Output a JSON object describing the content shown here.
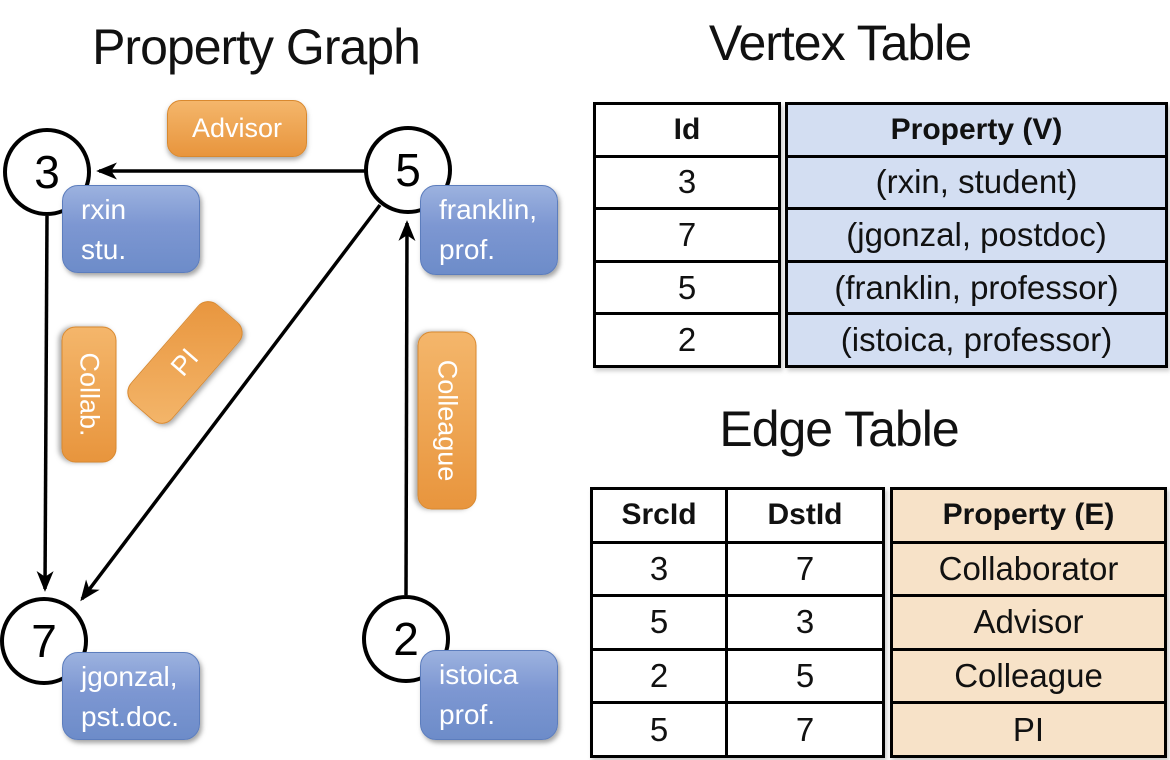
{
  "graph": {
    "title": "Property Graph",
    "nodes": [
      {
        "id": "3",
        "property": "rxin\nstu."
      },
      {
        "id": "5",
        "property": "franklin,\nprof."
      },
      {
        "id": "7",
        "property": "jgonzal,\npst.doc."
      },
      {
        "id": "2",
        "property": "istoica\nprof."
      }
    ],
    "edge_labels": {
      "advisor": "Advisor",
      "collab": "Collab.",
      "pi": "PI",
      "colleague": "Colleague"
    }
  },
  "vertex_table": {
    "title": "Vertex Table",
    "col_id": "Id",
    "col_property": "Property (V)",
    "rows": [
      {
        "id": "3",
        "property": "(rxin, student)"
      },
      {
        "id": "7",
        "property": "(jgonzal, postdoc)"
      },
      {
        "id": "5",
        "property": "(franklin, professor)"
      },
      {
        "id": "2",
        "property": "(istoica, professor)"
      }
    ]
  },
  "edge_table": {
    "title": "Edge Table",
    "col_src": "SrcId",
    "col_dst": "DstId",
    "col_property": "Property (E)",
    "rows": [
      {
        "src": "3",
        "dst": "7",
        "property": "Collaborator"
      },
      {
        "src": "5",
        "dst": "3",
        "property": "Advisor"
      },
      {
        "src": "2",
        "dst": "5",
        "property": "Colleague"
      },
      {
        "src": "5",
        "dst": "7",
        "property": "PI"
      }
    ]
  },
  "colors": {
    "edge_label_orange_light": "#f4b66b",
    "edge_label_orange_dark": "#e8953d",
    "vertex_box_blue_light": "#9cb2df",
    "vertex_box_blue_dark": "#6d8cc9",
    "vertex_table_fill": "#d3def2",
    "edge_table_fill": "#f7e2c8",
    "line_color": "#000000",
    "text_on_boxes": "#ffffff"
  }
}
